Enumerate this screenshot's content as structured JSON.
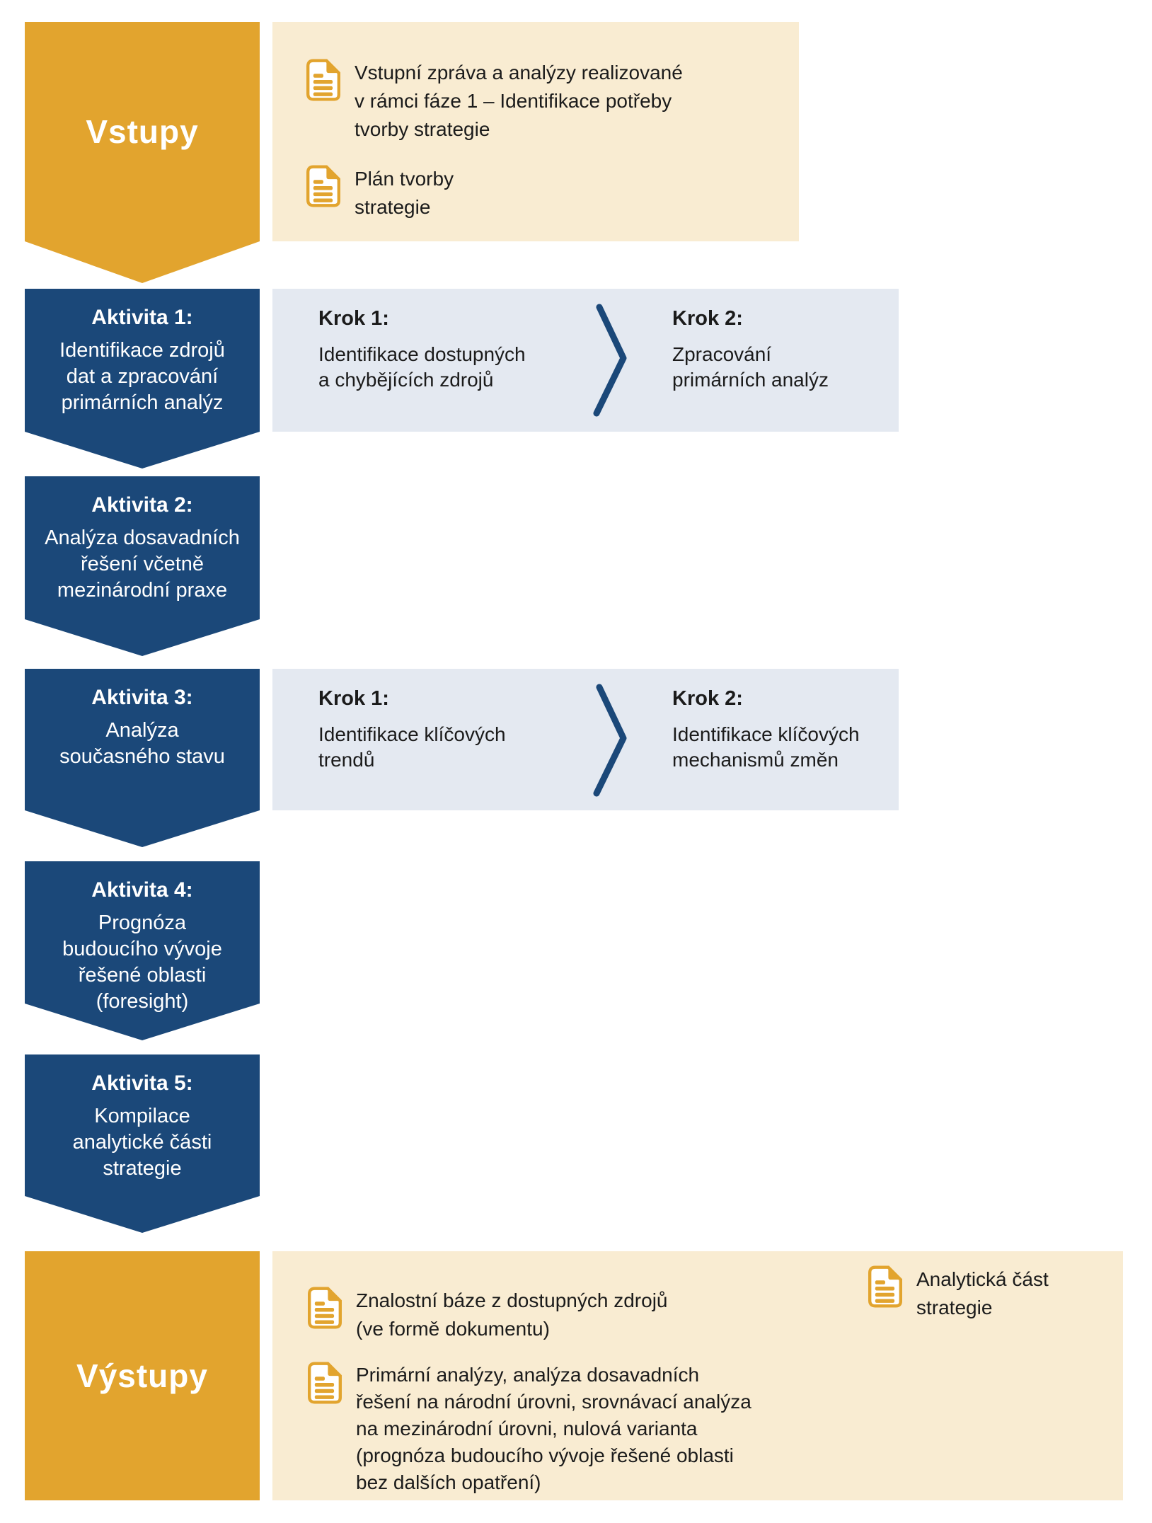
{
  "colors": {
    "gold": "#e2a42e",
    "cream": "#f9ecd2",
    "dark_blue": "#1b4879",
    "light_blue": "#e4e9f1",
    "text": "#1b1b1b",
    "white": "#ffffff"
  },
  "inputs": {
    "label": "Vstupy",
    "items": [
      {
        "text": "Vstupní zpráva a analýzy realizované\nv rámci fáze 1 – Identifikace potřeby\ntvorby strategie"
      },
      {
        "text": "Plán tvorby\nstrategie"
      }
    ]
  },
  "activities": [
    {
      "title": "Aktivita 1:",
      "body": "Identifikace zdrojů\ndat a zpracování\nprimárních analýz"
    },
    {
      "title": "Aktivita 2:",
      "body": "Analýza dosavadních\nřešení včetně\nmezinárodní praxe"
    },
    {
      "title": "Aktivita 3:",
      "body": "Analýza\nsoučasného stavu"
    },
    {
      "title": "Aktivita 4:",
      "body": "Prognóza\nbudoucího vývoje\nřešené oblasti\n(foresight)"
    },
    {
      "title": "Aktivita 5:",
      "body": "Kompilace\nanalytické části\nstrategie"
    }
  ],
  "krok_boxes": [
    {
      "steps": [
        {
          "label": "Krok 1:",
          "body": "Identifikace dostupných\na chybějících zdrojů"
        },
        {
          "label": "Krok 2:",
          "body": "Zpracování\nprimárních analýz"
        }
      ]
    },
    {
      "steps": [
        {
          "label": "Krok 1:",
          "body": "Identifikace klíčových\ntrendů"
        },
        {
          "label": "Krok 2:",
          "body": "Identifikace klíčových\nmechanismů změn"
        }
      ]
    }
  ],
  "outputs": {
    "label": "Výstupy",
    "items_left": [
      {
        "text": "Znalostní báze z dostupných zdrojů\n(ve formě dokumentu)"
      },
      {
        "text": "Primární analýzy, analýza dosavadních\nřešení na národní úrovni, srovnávací analýza\nna mezinárodní úrovni, nulová varianta\n(prognóza budoucího vývoje řešené oblasti\nbez dalších opatření)"
      }
    ],
    "items_right": [
      {
        "text": "Analytická část\nstrategie"
      }
    ]
  }
}
